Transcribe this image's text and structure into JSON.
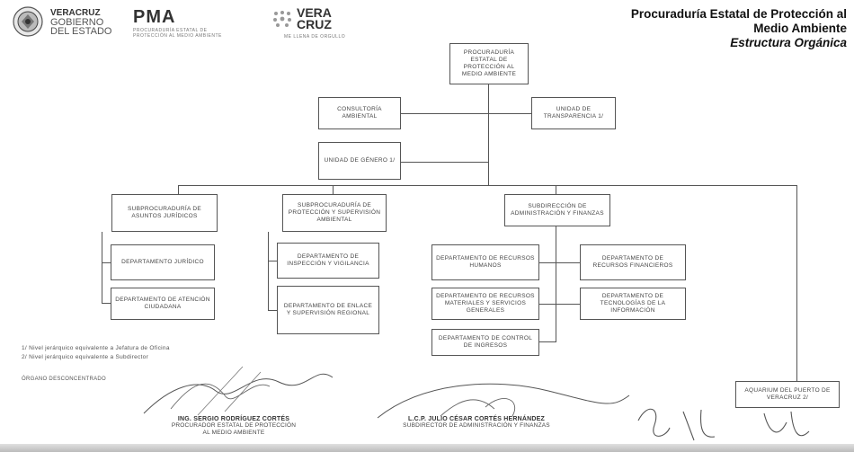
{
  "header": {
    "title_line1": "Procuraduría Estatal de Protección al",
    "title_line2": "Medio Ambiente",
    "subtitle": "Estructura Orgánica"
  },
  "logos": {
    "veracruz_line1": "VERACRUZ",
    "veracruz_line2": "GOBIERNO",
    "veracruz_line3": "DEL ESTADO",
    "pma": "PMA",
    "pma_line1": "PROCURADURÍA ESTATAL DE",
    "pma_line2": "PROTECCIÓN AL MEDIO AMBIENTE",
    "vera": "VERA",
    "cruz": "CRUZ",
    "vera_tag": "ME LLENA DE ORGULLO"
  },
  "org": {
    "root": "Procuraduría Estatal de Protección al Medio Ambiente",
    "consultoria": "Consultoría Ambiental",
    "transparencia": "Unidad de Transparencia 1/",
    "genero": "Unidad de Género 1/",
    "sub_juridicos": "Subprocuraduría de Asuntos Jurídicos",
    "sub_proteccion": "Subprocuraduría de Protección y Supervisión Ambiental",
    "sub_admin": "Subdirección de Administración y Finanzas",
    "dep_juridico": "Departamento Jurídico",
    "dep_atencion": "Departamento de Atención Ciudadana",
    "dep_inspeccion": "Departamento de Inspección y Vigilancia",
    "dep_enlace": "Departamento de Enlace y Supervisión Regional",
    "dep_rh": "Departamento de Recursos Humanos",
    "dep_rm": "Departamento de Recursos Materiales y Servicios Generales",
    "dep_control": "Departamento de Control de Ingresos",
    "dep_financieros": "Departamento de Recursos Financieros",
    "dep_tecnologias": "Departamento de Tecnologías de la Información",
    "aquarium": "Aquarium del Puerto de Veracruz 2/"
  },
  "notes": {
    "note1": "1/  Nivel jerárquico equivalente a Jefatura de Oficina",
    "note2": "2/  Nivel jerárquico equivalente a Subdirector",
    "organo": "ÓRGANO DESCONCENTRADO"
  },
  "signatures": {
    "sig1_name": "ING. SERGIO RODRÍGUEZ CORTÉS",
    "sig1_role1": "PROCURADOR ESTATAL DE PROTECCIÓN",
    "sig1_role2": "AL MEDIO AMBIENTE",
    "sig2_name": "L.C.P. JULIO CÉSAR CORTÉS HERNÁNDEZ",
    "sig2_role": "SUBDIRECTOR DE ADMINISTRACIÓN Y FINANZAS"
  },
  "colors": {
    "line": "#555555",
    "text": "#444444"
  }
}
